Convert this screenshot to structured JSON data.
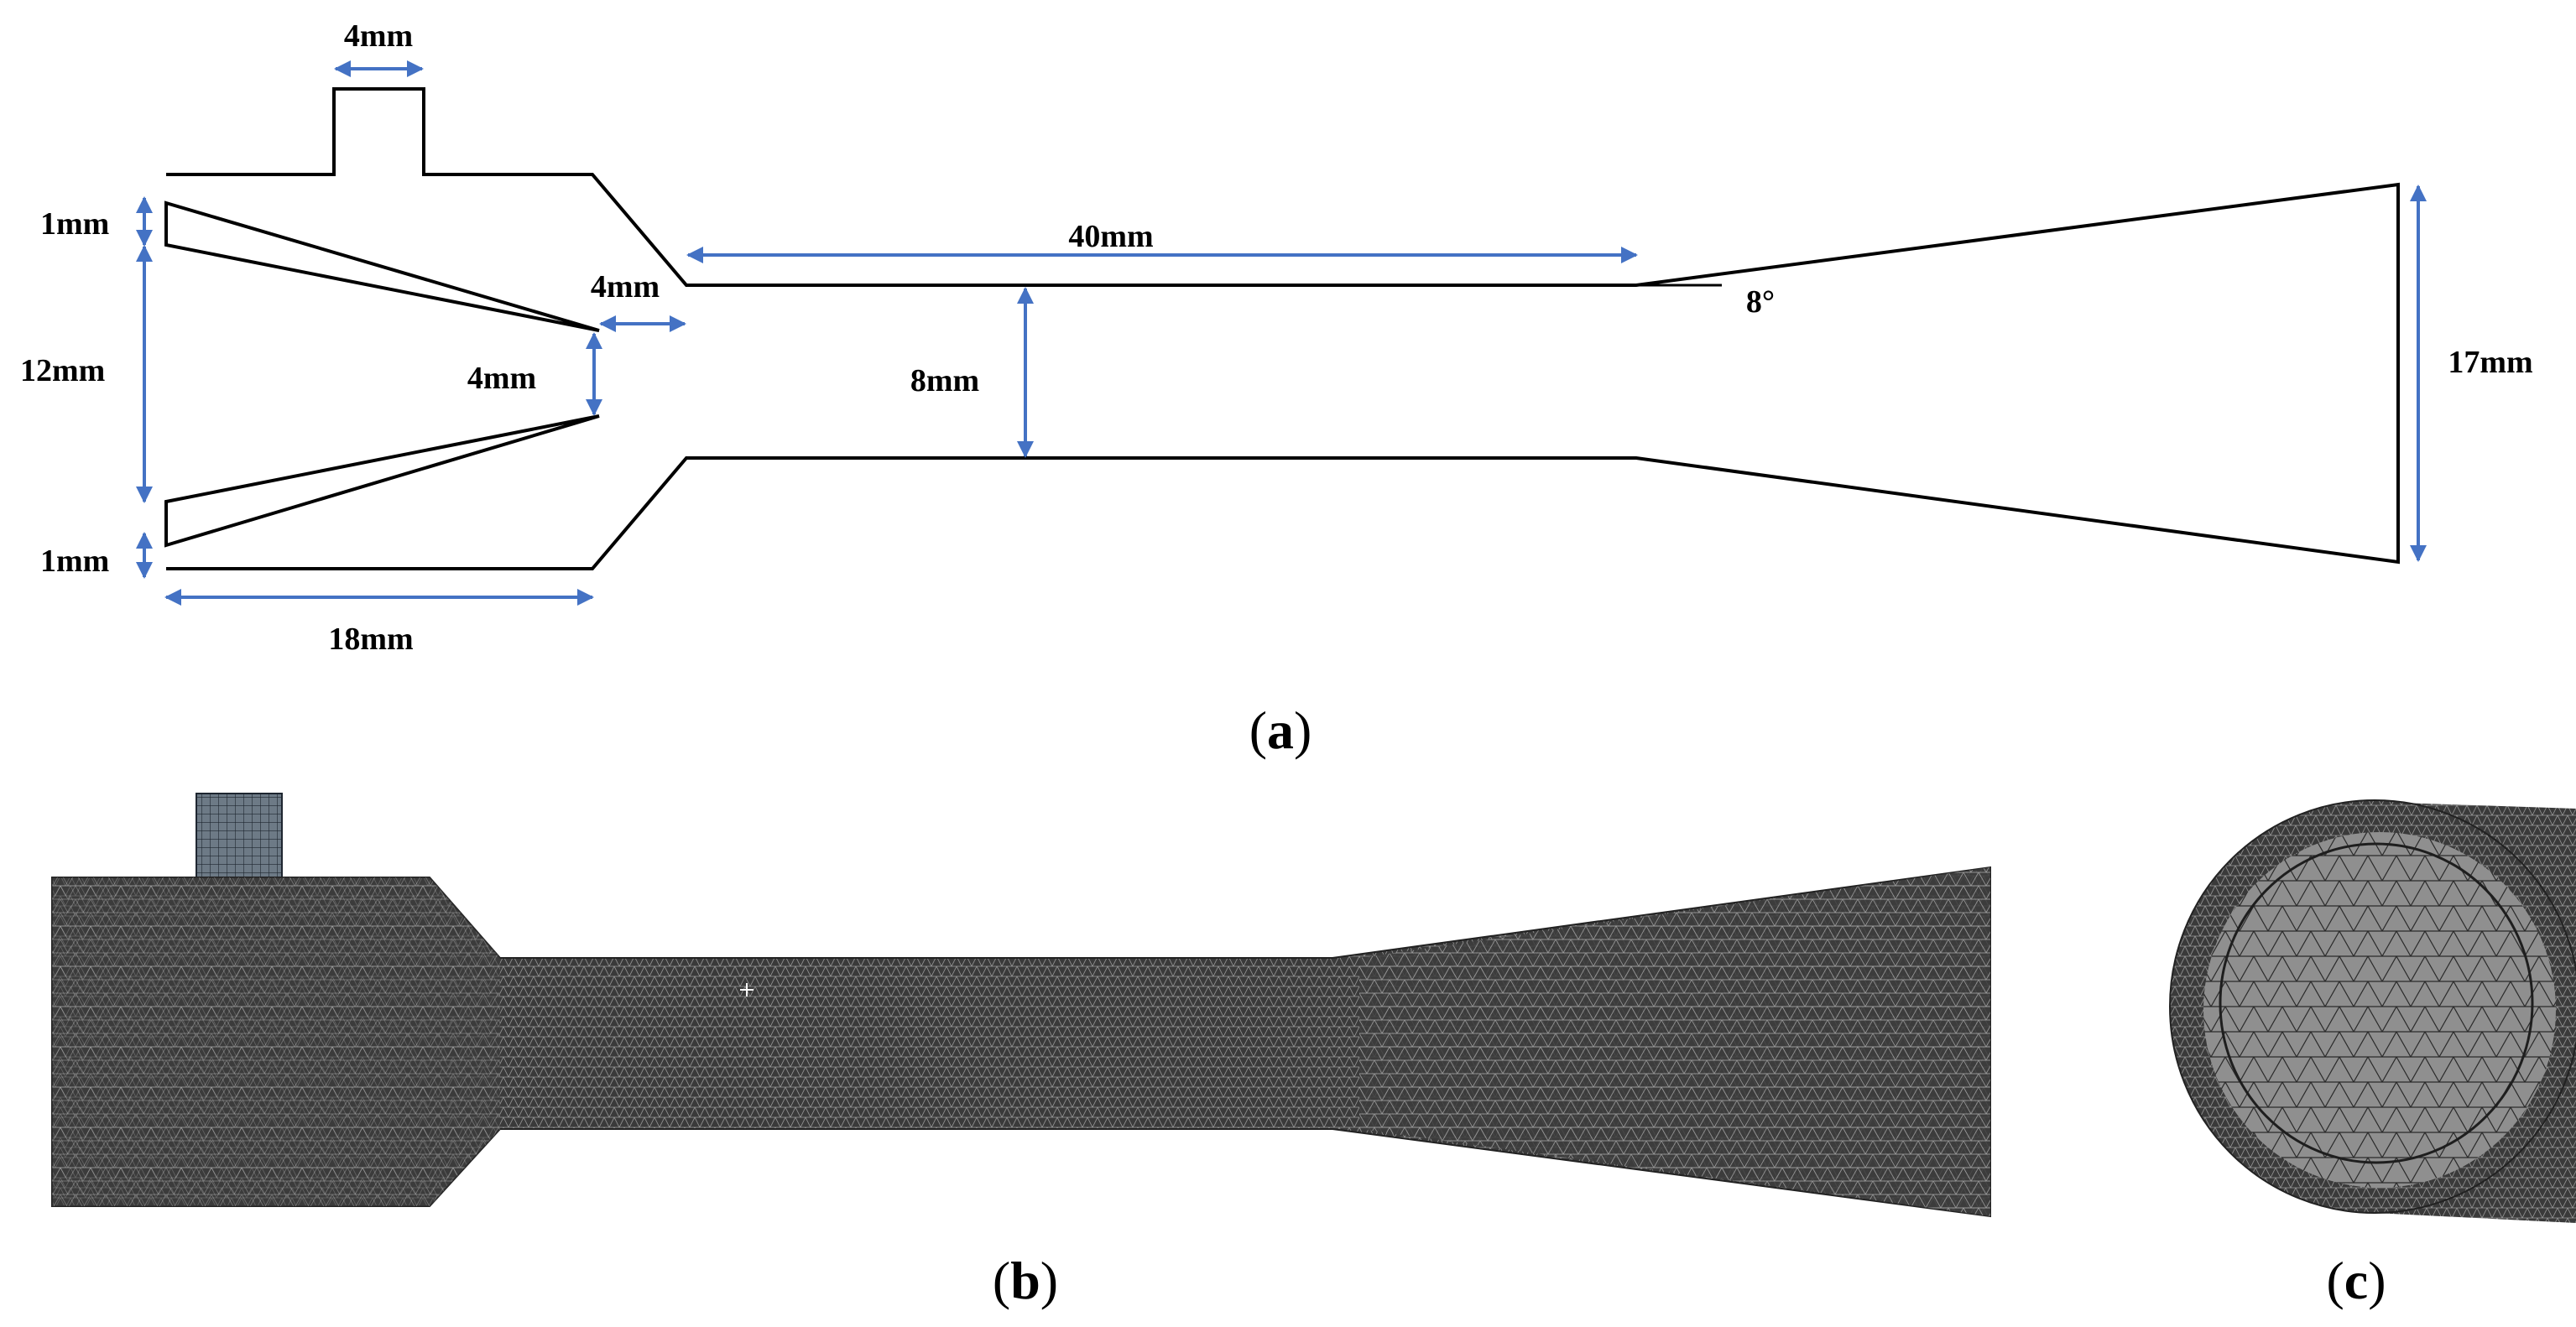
{
  "colors": {
    "outline": "#000000",
    "dimension": "#4472C4",
    "mesh_fill": "#3a3a3a",
    "mesh_line": "#9a9a9a"
  },
  "panel_a": {
    "dimensions": {
      "top_port_width": "4mm",
      "gap_top": "1mm",
      "inlet_height": "12mm",
      "gap_bottom": "1mm",
      "nozzle_exit_gap": "4mm",
      "nozzle_to_throat": "4mm",
      "chamber_length": "18mm",
      "throat_length": "40mm",
      "throat_diameter": "8mm",
      "diffuser_angle": "8°",
      "outlet_height": "17mm"
    },
    "label": {
      "open": "(",
      "letter": "a",
      "close": ")"
    }
  },
  "panel_b": {
    "label": {
      "open": "(",
      "letter": "b",
      "close": ")"
    }
  },
  "panel_c": {
    "label": {
      "open": "(",
      "letter": "c",
      "close": ")"
    }
  }
}
